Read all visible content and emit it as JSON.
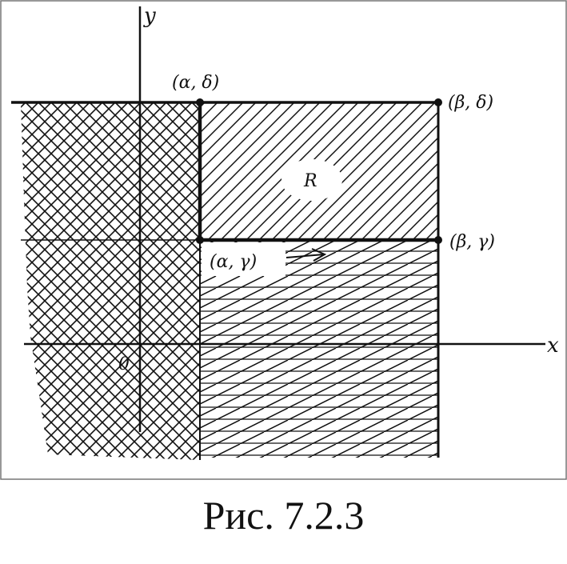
{
  "figure": {
    "labels": {
      "y_axis": "y",
      "x_axis": "x",
      "origin": "0",
      "region": "R",
      "corner_alpha_delta": "(α, δ)",
      "corner_beta_delta": "(β, δ)",
      "corner_beta_gamma": "(β, γ)",
      "corner_alpha_gamma": "(α, γ)"
    },
    "colors": {
      "ink": "#111111",
      "background": "#ffffff"
    }
  },
  "caption": "Рис. 7.2.3"
}
